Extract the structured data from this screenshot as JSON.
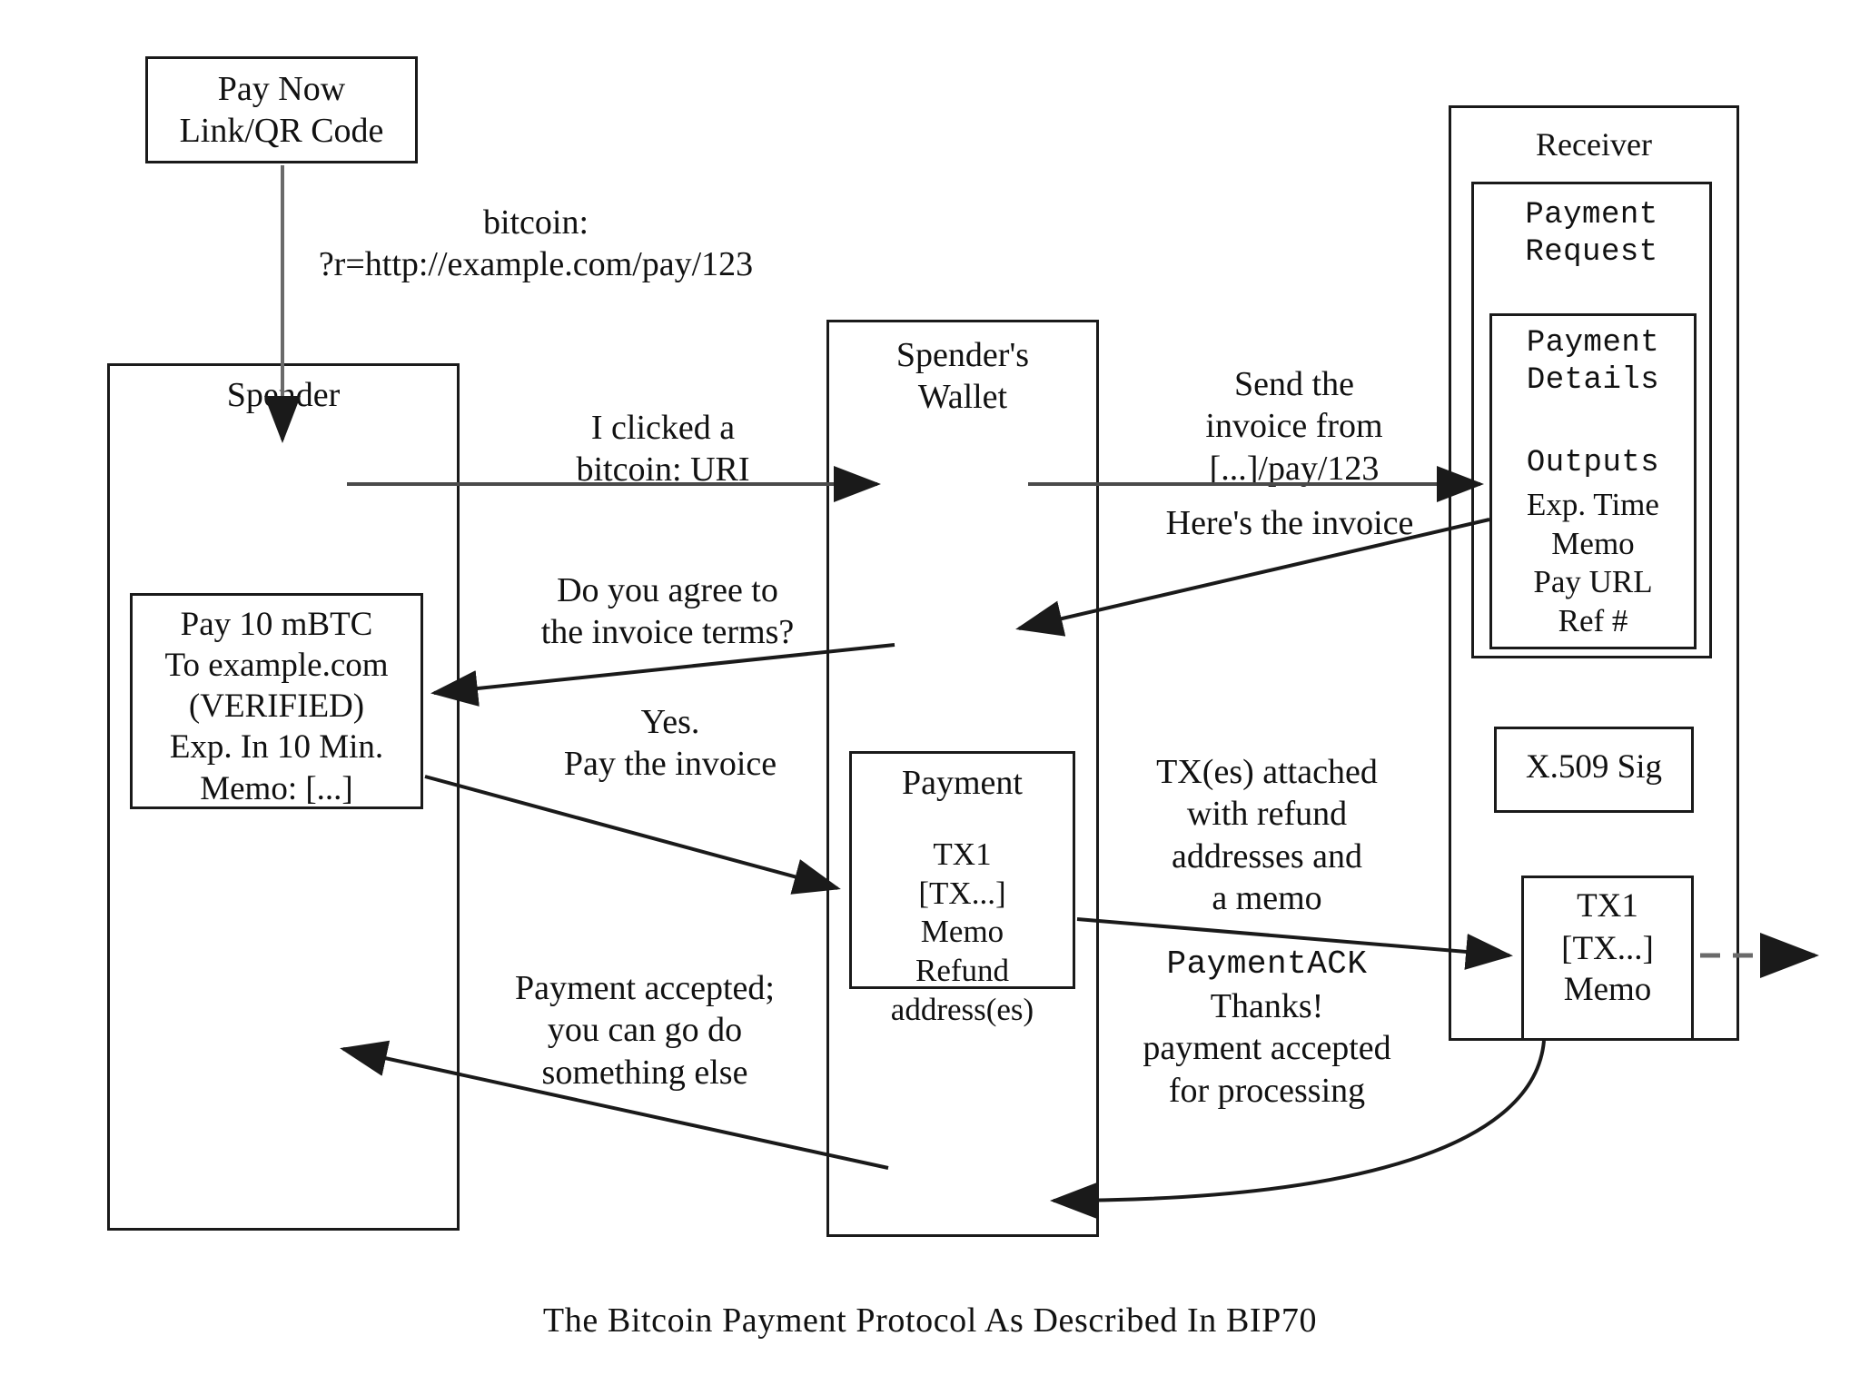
{
  "diagram": {
    "caption": "The Bitcoin Payment Protocol As Described In BIP70",
    "boxes": {
      "pay_now": "Pay Now\nLink/QR Code",
      "spender_title": "Spender",
      "invoice": "Pay 10 mBTC\nTo example.com\n(VERIFIED)\nExp. In 10 Min.\nMemo: [...]",
      "wallet_title": "Spender's\nWallet",
      "payment_title": "Payment",
      "payment_body": "TX1\n[TX...]\nMemo\nRefund\naddress(es)",
      "receiver_title": "Receiver",
      "payment_request": "Payment\nRequest",
      "payment_details": "Payment\nDetails",
      "payment_details_outputs": "Outputs",
      "payment_details_fields": "Exp. Time\nMemo\nPay URL\nRef #",
      "x509_sig": "X.509 Sig",
      "tx1_receiver_head": "TX1",
      "tx1_receiver_body": "[TX...]\nMemo"
    },
    "labels": {
      "bitcoin_uri": "bitcoin:\n?r=http://example.com/pay/123",
      "clicked_uri": "I clicked a\nbitcoin: URI",
      "send_invoice": "Send the\ninvoice from\n[...]/pay/123",
      "heres_invoice": "Here's the invoice",
      "agree_terms": "Do you agree to\nthe invoice terms?",
      "yes_pay": "Yes.\nPay the invoice",
      "tx_attached": "TX(es) attached\nwith refund\naddresses and\na memo",
      "payment_ack_head": "PaymentACK",
      "payment_ack_body": "Thanks!\npayment accepted\nfor processing",
      "payment_accepted": "Payment accepted;\nyou can go do\nsomething else"
    },
    "colors": {
      "stroke": "#1a1a1a",
      "background": "#ffffff"
    }
  }
}
